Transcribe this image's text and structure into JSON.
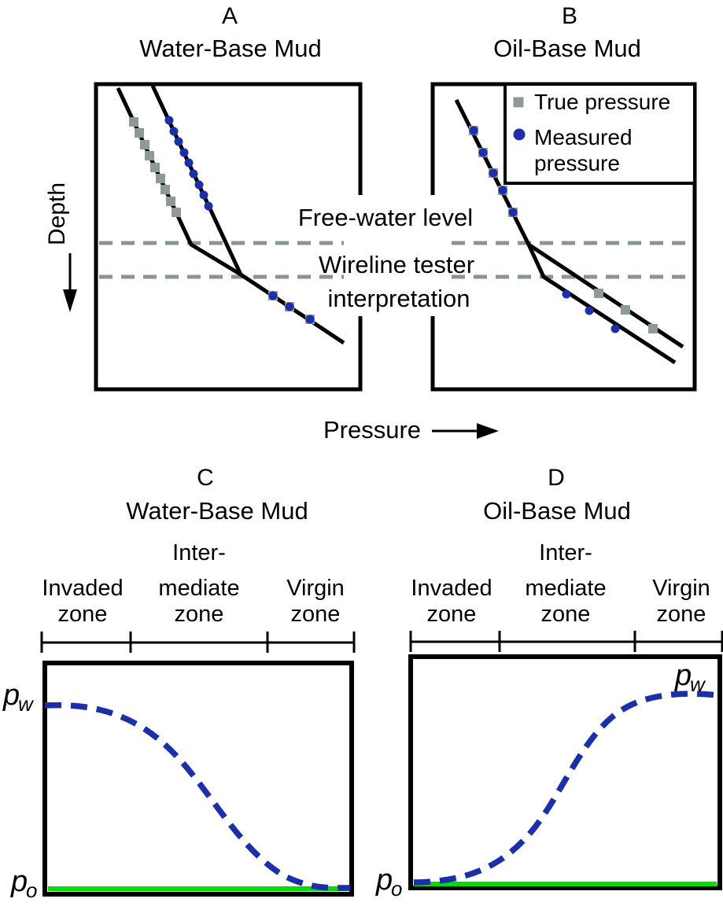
{
  "figure": {
    "colors": {
      "line_black": "#000000",
      "true_marker_gray": "#8f9999",
      "measured_marker_blue": "#1b2fa8",
      "depth_reference_gray": "#8b9494",
      "water_pressure_curve_blue": "#1b2fa8",
      "oil_pressure_line_green": "#00dd00",
      "background": "#ffffff"
    },
    "top": {
      "panel_a": {
        "letter": "A",
        "title": "Water-Base Mud"
      },
      "panel_b": {
        "letter": "B",
        "title": "Oil-Base Mud"
      },
      "y_axis_label": "Depth",
      "x_axis_label": "Pressure",
      "free_water_label": "Free-water level",
      "wireline_label_line1": "Wireline tester",
      "wireline_label_line2": "interpretation",
      "legend": {
        "true_label": "True pressure",
        "measured_label_line1": "Measured",
        "measured_label_line2": "pressure"
      }
    },
    "bottom": {
      "panel_c": {
        "letter": "C",
        "title": "Water-Base Mud"
      },
      "panel_d": {
        "letter": "D",
        "title": "Oil-Base Mud"
      },
      "zones": {
        "invaded_line1": "Invaded",
        "invaded_line2": "zone",
        "inter_line1": "Inter-",
        "inter_line2": "mediate",
        "inter_line3": "zone",
        "virgin_line1": "Virgin",
        "virgin_line2": "zone"
      },
      "p_main": "p",
      "pw_sub": "w",
      "po_sub": "o"
    }
  },
  "chart_data": {
    "type": "schematic",
    "panels": [
      {
        "id": "A",
        "title": "Water-Base Mud",
        "x_axis": "Pressure (increasing right)",
        "y_axis": "Depth (increasing down)",
        "reference_lines": [
          "Free-water level",
          "Wireline tester interpretation"
        ],
        "description": "True pressure line (gray squares) lies left of measured pressure line (blue dots) above the free-water level; both converge onto one gradient line below the wireline tester interpretation depth."
      },
      {
        "id": "B",
        "title": "Oil-Base Mud",
        "x_axis": "Pressure (increasing right)",
        "y_axis": "Depth (increasing down)",
        "reference_lines": [
          "Free-water level",
          "Wireline tester interpretation"
        ],
        "description": "Measured pressure (blue dots) coincides with true pressure (gray squares) above the free-water level; below it the measured line runs parallel and offset low relative to the true pressure line."
      },
      {
        "id": "C",
        "title": "Water-Base Mud",
        "zones": [
          "Invaded zone",
          "Intermediate zone",
          "Virgin zone"
        ],
        "series": [
          {
            "name": "water-phase pressure pw",
            "style": "blue dashed",
            "shape": "high plateau in invaded zone, sigmoidal decrease through intermediate zone, flattens to po level in virgin zone"
          },
          {
            "name": "oil-phase pressure po",
            "style": "green solid",
            "shape": "constant baseline across all zones"
          }
        ]
      },
      {
        "id": "D",
        "title": "Oil-Base Mud",
        "zones": [
          "Invaded zone",
          "Intermediate zone",
          "Virgin zone"
        ],
        "series": [
          {
            "name": "water-phase pressure pw",
            "style": "blue dashed",
            "shape": "low at invaded zone near po, sigmoidal increase through intermediate zone, high plateau in virgin zone"
          },
          {
            "name": "oil-phase pressure po",
            "style": "green solid",
            "shape": "constant baseline across all zones"
          }
        ]
      }
    ],
    "markers": {
      "panel_a_true": [
        [
          170,
          155
        ],
        [
          177,
          169
        ],
        [
          184,
          184
        ],
        [
          190,
          198
        ],
        [
          197,
          213
        ],
        [
          204,
          227
        ],
        [
          210,
          241
        ],
        [
          217,
          256
        ],
        [
          224,
          270
        ]
      ],
      "panel_a_measured": [
        [
          215,
          153
        ],
        [
          221,
          167
        ],
        [
          227,
          180
        ],
        [
          234,
          194
        ],
        [
          240,
          207
        ],
        [
          246,
          221
        ],
        [
          253,
          235
        ],
        [
          259,
          248
        ],
        [
          265,
          262
        ]
      ],
      "panel_a_both": [
        [
          347,
          376
        ],
        [
          368,
          390
        ],
        [
          394,
          406
        ]
      ],
      "panel_b_both": [
        [
          602,
          166
        ],
        [
          614,
          194
        ],
        [
          627,
          220
        ],
        [
          639,
          242
        ],
        [
          652,
          270
        ]
      ],
      "panel_b_true": [
        [
          761,
          373
        ],
        [
          795,
          394
        ],
        [
          830,
          418
        ]
      ],
      "panel_b_measured": [
        [
          720,
          374
        ],
        [
          749,
          395
        ],
        [
          782,
          418
        ]
      ]
    }
  }
}
